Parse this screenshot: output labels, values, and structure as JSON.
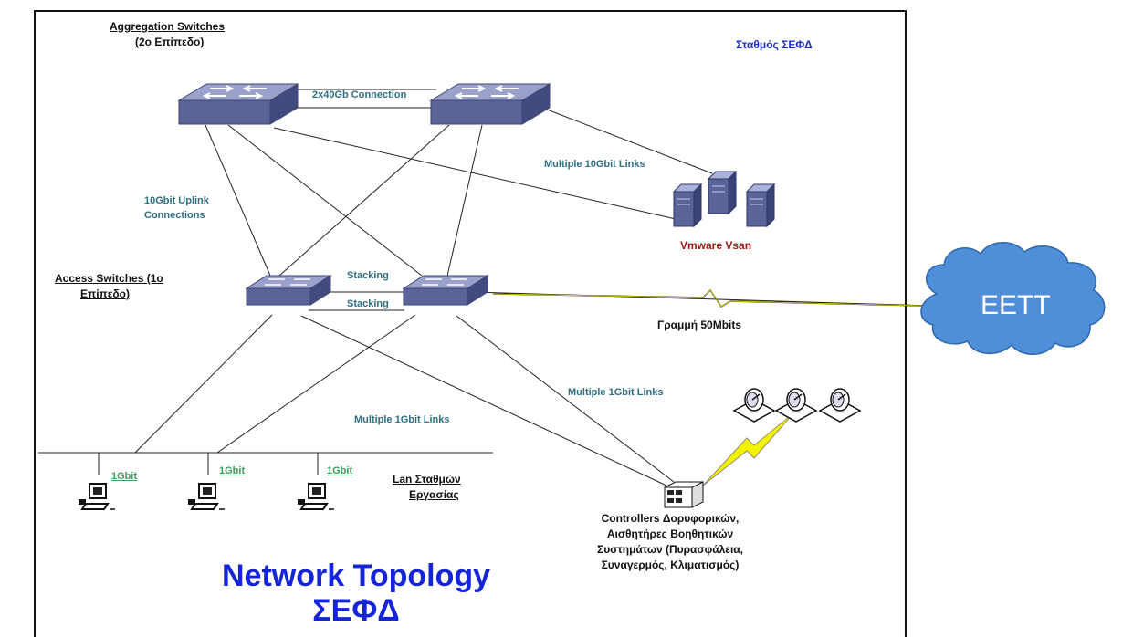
{
  "labels": {
    "aggregation_line1": "Aggregation Switches",
    "aggregation_line2": "(2ο Επίπεδο)",
    "station": "Σταθμός ΣΕΦΔ",
    "connection_40gb": "2x40Gb Connection",
    "multiple_10gbit": "Multiple 10Gbit Links",
    "uplink_line1": "10Gbit Uplink",
    "uplink_line2": "Connections",
    "vmware": "Vmware Vsan",
    "access_line1": "Access  Switches (1ο",
    "access_line2": "Επίπεδο)",
    "stacking_top": "Stacking",
    "stacking_bottom": "Stacking",
    "line_50mbits": "Γραμμή 50Mbits",
    "cloud": "ΕΕΤΤ",
    "multiple_1gbit_right": "Multiple 1Gbit Links",
    "multiple_1gbit_left": "Multiple 1Gbit Links",
    "gbit_1": "1Gbit",
    "gbit_2": "1Gbit",
    "gbit_3": "1Gbit",
    "lan_line1": "Lan Σταθμών",
    "lan_line2": "Εργασίας",
    "controllers_text": "Controllers Δορυφορικών, Αισθητήρες Βοηθητικών Συστημάτων (Πυρασφάλεια, Συναγερμός, Κλιματισμός)",
    "title_line1": "Network Topology",
    "title_line2": "ΣΕΦΔ"
  },
  "colors": {
    "switch_top": "#8d95c3",
    "switch_front": "#4b5488",
    "cloud_fill": "#4f8fd9",
    "title_blue": "#1424d8",
    "link_teal": "#2f6f82",
    "lightning_yellow": "#f2f200"
  },
  "icons": [
    "switch-icon",
    "server-icon",
    "workstation-icon",
    "satellite-dish-icon",
    "lightning-icon",
    "cloud-icon",
    "controller-rack-icon"
  ]
}
